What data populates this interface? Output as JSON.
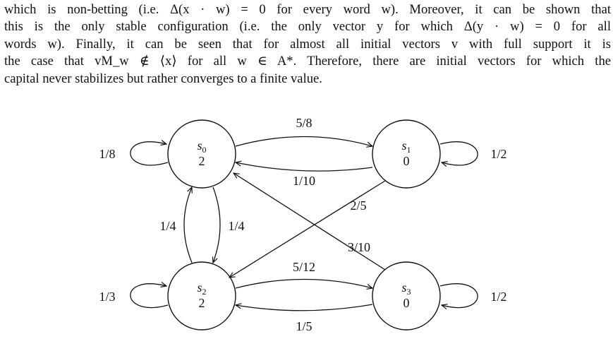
{
  "paragraph": {
    "line1": "which is non-betting (i.e. Δ(x · w) = 0 for every word w). Moreover, it can be shown that",
    "line2": "this is the only stable configuration (i.e. the only vector y for which Δ(y · w) = 0 for all",
    "line3": "words w). Finally, it can be seen that for almost all initial vectors v with full support it is",
    "line4": "the case that vM_w ∉ ⟨x⟩ for all w ∈ A*. Therefore, there are initial vectors for which the",
    "line5": "capital never stabilizes but rather converges to a finite value."
  },
  "diagram": {
    "states": [
      {
        "id": "s0",
        "name": "s",
        "sub": "0",
        "value": "2"
      },
      {
        "id": "s1",
        "name": "s",
        "sub": "1",
        "value": "0"
      },
      {
        "id": "s2",
        "name": "s",
        "sub": "2",
        "value": "2"
      },
      {
        "id": "s3",
        "name": "s",
        "sub": "3",
        "value": "0"
      }
    ],
    "edges": [
      {
        "from": "s0",
        "to": "s0",
        "label": "1/8"
      },
      {
        "from": "s0",
        "to": "s1",
        "label": "5/8"
      },
      {
        "from": "s1",
        "to": "s0",
        "label": "1/10"
      },
      {
        "from": "s1",
        "to": "s1",
        "label": "1/2"
      },
      {
        "from": "s1",
        "to": "s2",
        "label": "2/5"
      },
      {
        "from": "s0",
        "to": "s2",
        "label": "1/4"
      },
      {
        "from": "s2",
        "to": "s0",
        "label": "1/4"
      },
      {
        "from": "s3",
        "to": "s0",
        "label": "3/10"
      },
      {
        "from": "s2",
        "to": "s2",
        "label": "1/3"
      },
      {
        "from": "s2",
        "to": "s3",
        "label": "5/12"
      },
      {
        "from": "s3",
        "to": "s2",
        "label": "1/5"
      },
      {
        "from": "s3",
        "to": "s3",
        "label": "1/2"
      }
    ]
  }
}
